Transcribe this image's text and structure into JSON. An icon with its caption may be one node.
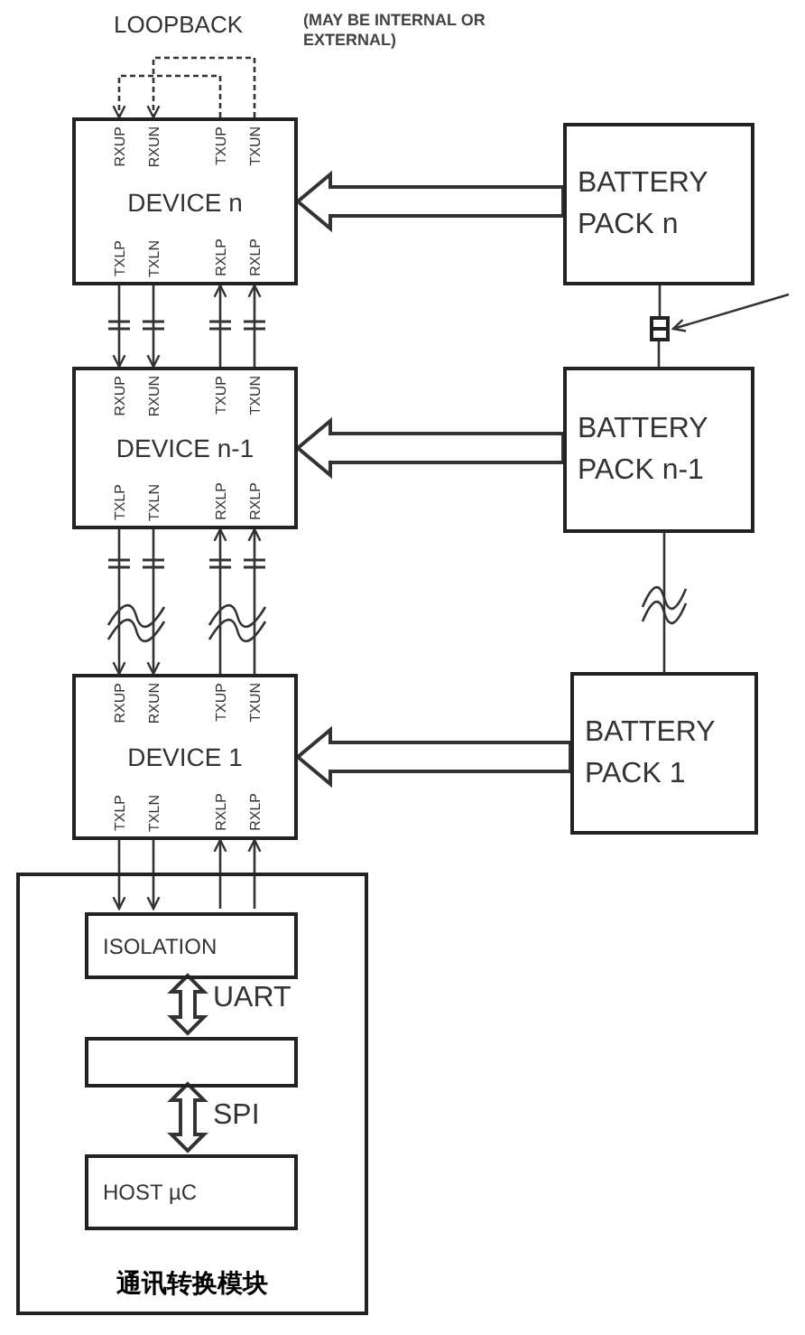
{
  "diagram": {
    "nodes": [
      {
        "text": [
          "RXUP",
          "RXUN",
          "TXUP",
          "TXUN",
          "DEVICE n",
          "TXLP",
          "TXLN",
          "RXLP",
          "RXLP"
        ]
      },
      {
        "text": [
          "BATTERY PACK n"
        ]
      },
      {
        "text": [],
        "shape": "box"
      },
      {
        "text": [
          "RXUP",
          "RXUN",
          "TXUP",
          "TXUN",
          "DEVICE n-1",
          "TXLP",
          "TXLN",
          "RXLP",
          "RXLP"
        ]
      },
      {
        "text": [
          "BATTERY PACK n-1"
        ]
      },
      {
        "text": [
          "RXUP",
          "RXUN",
          "TXUP",
          "TXUN",
          "DEVICE 1",
          "TXLP",
          "TXLN",
          "RXLP",
          "RXLP"
        ]
      },
      {
        "text": [
          "BATTERY PACK 1"
        ]
      },
      {
        "text": [
          "通讯转换模块"
        ]
      },
      {
        "text": [
          "ISOLATION"
        ],
        "in": 7
      },
      {
        "text": [],
        "shape": "box",
        "in": 7
      },
      {
        "text": [
          "HOST µC"
        ],
        "in": 7
      }
    ],
    "edges": [
      {
        "from": 0,
        "to": 0,
        "arrow": "to",
        "style": "dashed",
        "label": "LOOPBACK"
      },
      {
        "from": 0,
        "to": 0,
        "arrow": "to",
        "style": "dashed"
      },
      {
        "from": 1,
        "to": 0,
        "arrow": "to",
        "style": "thick"
      },
      {
        "from": 1,
        "to": 2,
        "arrow": "none"
      },
      {
        "from": 2,
        "to": 4,
        "arrow": "none"
      },
      {
        "from": null,
        "to": 2,
        "arrow": "to"
      },
      {
        "from": 0,
        "to": 3,
        "arrow": "to"
      },
      {
        "from": 0,
        "to": 3,
        "arrow": "to"
      },
      {
        "from": 3,
        "to": 0,
        "arrow": "to"
      },
      {
        "from": 3,
        "to": 0,
        "arrow": "to"
      },
      {
        "from": 4,
        "to": 3,
        "arrow": "to",
        "style": "thick"
      },
      {
        "from": 4,
        "to": 6,
        "arrow": "none"
      },
      {
        "from": 3,
        "to": 5,
        "arrow": "to"
      },
      {
        "from": 3,
        "to": 5,
        "arrow": "to"
      },
      {
        "from": 5,
        "to": 3,
        "arrow": "to"
      },
      {
        "from": 5,
        "to": 3,
        "arrow": "to"
      },
      {
        "from": 6,
        "to": 5,
        "arrow": "to",
        "style": "thick"
      },
      {
        "from": 5,
        "to": 8,
        "arrow": "to"
      },
      {
        "from": 5,
        "to": 8,
        "arrow": "to"
      },
      {
        "from": 8,
        "to": 5,
        "arrow": "to"
      },
      {
        "from": 8,
        "to": 5,
        "arrow": "to"
      },
      {
        "from": 8,
        "to": 9,
        "arrow": "both",
        "style": "thick",
        "label": "UART"
      },
      {
        "from": 9,
        "to": 10,
        "arrow": "both",
        "style": "thick",
        "label": "SPI"
      }
    ],
    "labels": [
      "(MAY BE INTERNAL OR EXTERNAL)"
    ]
  }
}
